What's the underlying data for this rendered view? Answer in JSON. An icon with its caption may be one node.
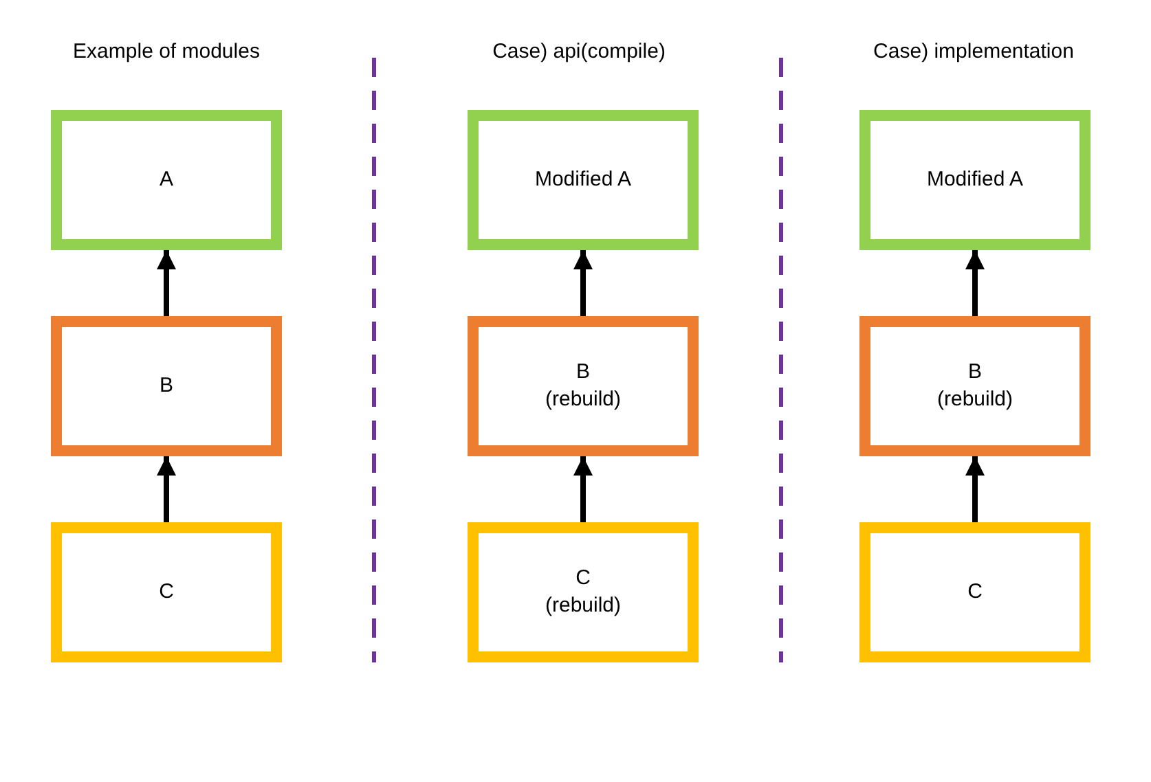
{
  "diagram": {
    "nodes": [
      {
        "text": [
          "A"
        ]
      },
      {
        "text": [
          "B"
        ]
      },
      {
        "text": [
          "C"
        ]
      },
      {
        "text": [
          "Modified A"
        ]
      },
      {
        "text": [
          "B",
          "(rebuild)"
        ]
      },
      {
        "text": [
          "C",
          "(rebuild)"
        ]
      },
      {
        "text": [
          "Modified A"
        ]
      },
      {
        "text": [
          "B",
          "(rebuild)"
        ]
      },
      {
        "text": [
          "C"
        ]
      }
    ],
    "edges": [
      {
        "from": 2,
        "to": 1,
        "arrow": "to"
      },
      {
        "from": 1,
        "to": 0,
        "arrow": "to"
      },
      {
        "from": 5,
        "to": 4,
        "arrow": "to"
      },
      {
        "from": 4,
        "to": 3,
        "arrow": "to"
      },
      {
        "from": 8,
        "to": 7,
        "arrow": "to"
      },
      {
        "from": 7,
        "to": 6,
        "arrow": "to"
      }
    ],
    "labels": [
      "Example of modules",
      "Case) api(compile)",
      "Case) implementation"
    ]
  }
}
